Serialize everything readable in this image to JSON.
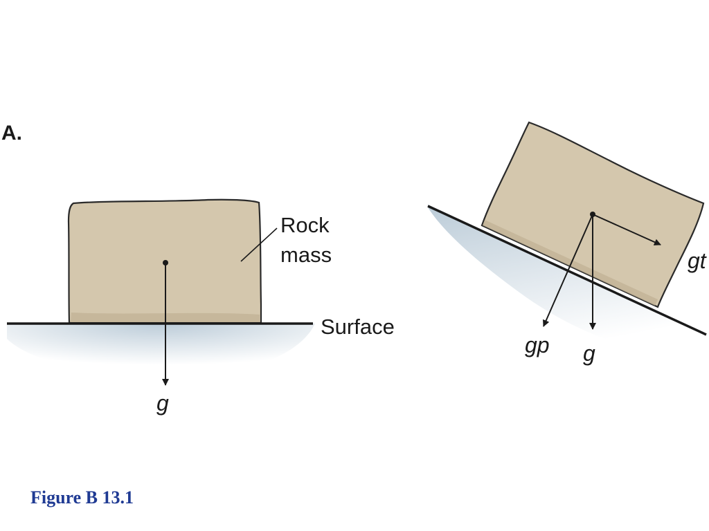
{
  "panel_label": "A.",
  "left": {
    "rock_label_line1": "Rock",
    "rock_label_line2": "mass",
    "surface_label": "Surface",
    "gravity_label": "g"
  },
  "right": {
    "gp_label": "gp",
    "g_label": "g",
    "gt_label": "gt"
  },
  "caption": "Figure B 13.1",
  "colors": {
    "rock_fill": "#d4c7ad",
    "rock_outline": "#2a2a2a",
    "ground_shadow": "#b8c9d6",
    "line": "#1a1a1a",
    "caption": "#1f3a93"
  }
}
